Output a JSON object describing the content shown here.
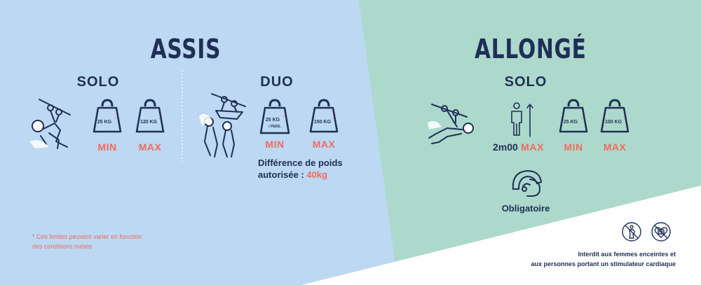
{
  "colors": {
    "blue_bg": "#bcd8f2",
    "green_bg": "#acd9cc",
    "navy": "#1f2f55",
    "coral": "#ef6b5c",
    "white": "#ffffff"
  },
  "assis": {
    "title": "ASSIS",
    "solo": {
      "label": "SOLO",
      "min_weight": "25 KG",
      "max_weight": "120 KG",
      "star": "*",
      "min": "MIN",
      "max": "MAX"
    },
    "duo": {
      "label": "DUO",
      "min_weight_line1": "25 KG",
      "min_weight_line2": "/ PERS.",
      "max_weight": "150 KG",
      "star": "*",
      "min": "MIN",
      "max": "MAX",
      "difference_line1": "Différence de poids",
      "difference_line2": "autorisée : ",
      "difference_value": "40kg"
    },
    "note_line1": "* Ces limites peuvent varier en fonction",
    "note_line2": "des conditions météo"
  },
  "allonge": {
    "title": "ALLONGÉ",
    "solo": {
      "label": "SOLO",
      "height": "2m00",
      "height_max": "MAX",
      "min_weight": "25 KG",
      "max_weight": "100 KG",
      "star": "*",
      "min": "MIN",
      "max": "MAX"
    },
    "helmet_label": "Obligatoire",
    "warning_line1": "Interdit aux femmes enceintes et",
    "warning_line2": "aux personnes portant un stimulateur cardiaque"
  }
}
